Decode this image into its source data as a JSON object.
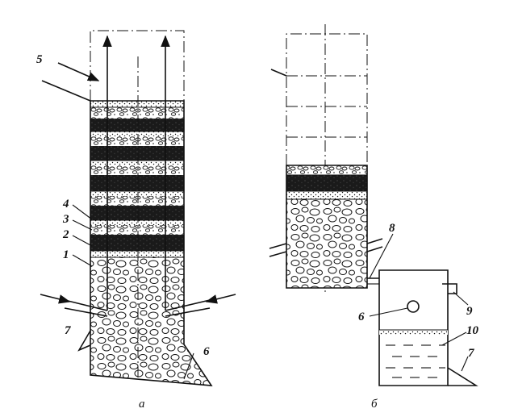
{
  "figure_a": {
    "caption": "a",
    "labels": [
      "1",
      "2",
      "3",
      "4",
      "5",
      "6",
      "7"
    ]
  },
  "figure_b": {
    "caption": "б",
    "labels": [
      "6",
      "7",
      "8",
      "9",
      "10"
    ]
  }
}
